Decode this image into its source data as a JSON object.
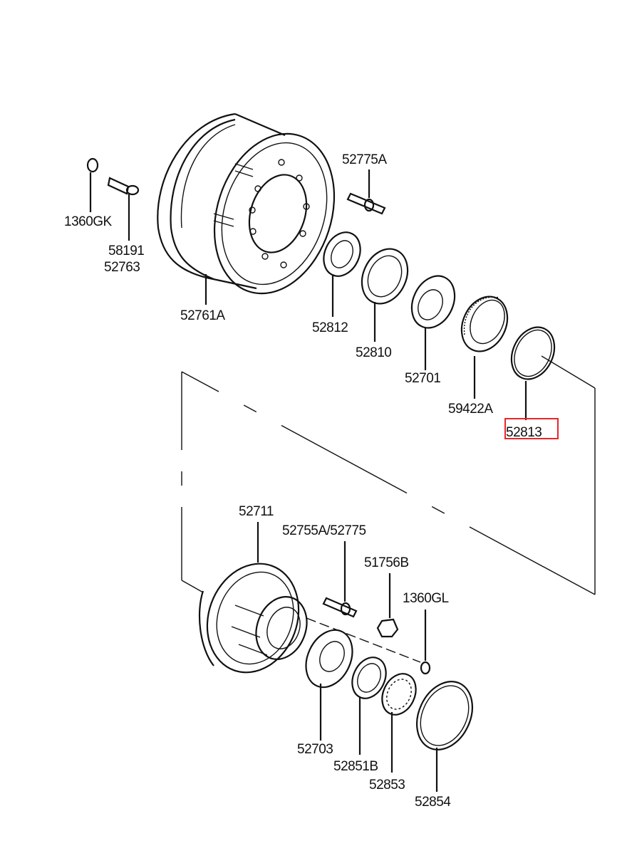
{
  "diagram": {
    "type": "exploded parts diagram",
    "subject": "Rear brake drum and hub assembly",
    "highlight_color": "#e8262a",
    "highlighted_part": "52813",
    "labels": [
      {
        "id": "1360GK",
        "text": "1360GK"
      },
      {
        "id": "58191",
        "text": "58191"
      },
      {
        "id": "52763",
        "text": "52763"
      },
      {
        "id": "52761A",
        "text": "52761A"
      },
      {
        "id": "52775A",
        "text": "52775A"
      },
      {
        "id": "52812",
        "text": "52812"
      },
      {
        "id": "52810",
        "text": "52810"
      },
      {
        "id": "52701",
        "text": "52701"
      },
      {
        "id": "59422A",
        "text": "59422A"
      },
      {
        "id": "52813",
        "text": "52813"
      },
      {
        "id": "52711",
        "text": "52711"
      },
      {
        "id": "52755A_52775",
        "text": "52755A/52775"
      },
      {
        "id": "51756B",
        "text": "51756B"
      },
      {
        "id": "1360GL",
        "text": "1360GL"
      },
      {
        "id": "52703",
        "text": "52703"
      },
      {
        "id": "52851B",
        "text": "52851B"
      },
      {
        "id": "52853",
        "text": "52853"
      },
      {
        "id": "52854",
        "text": "52854"
      }
    ]
  }
}
